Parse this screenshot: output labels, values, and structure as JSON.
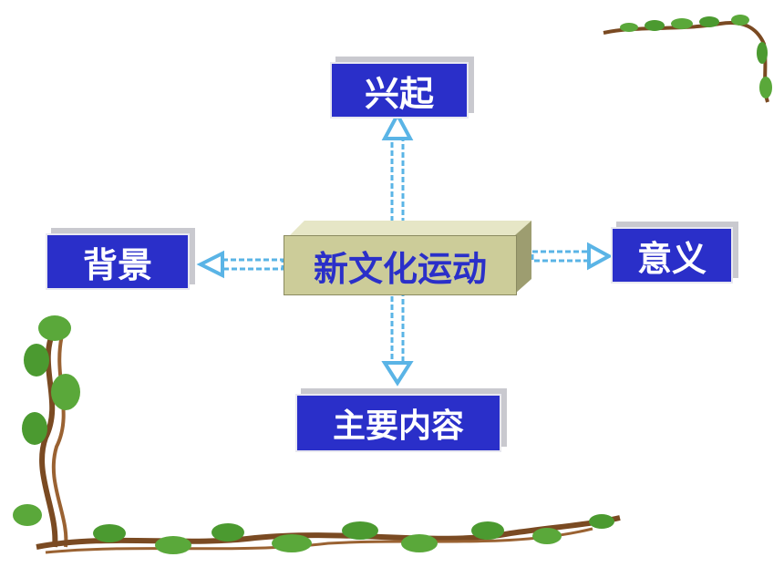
{
  "diagram": {
    "center_label": "新文化运动",
    "nodes": {
      "top": "兴起",
      "left": "背景",
      "right": "意义",
      "bottom": "主要内容"
    }
  },
  "colors": {
    "box_fill": "#2a2fc9",
    "center_fill": "#cccc99",
    "center_text": "#2a2fc9",
    "arrow": "#5ab4e6",
    "vine_leaf": "#5aa83a",
    "vine_stem": "#7a4a22"
  }
}
